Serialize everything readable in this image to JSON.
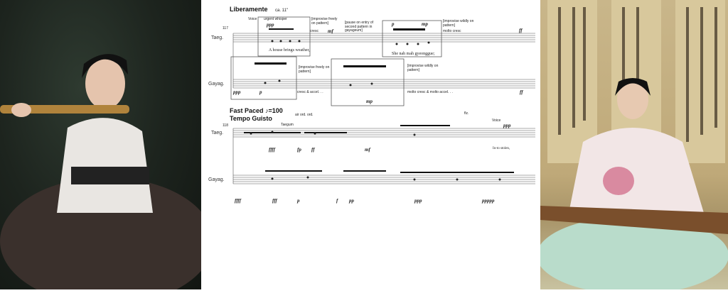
{
  "score": {
    "system1": {
      "tempo": "Liberamente",
      "duration": "ca. 11\"",
      "measure": "117",
      "voice": "Voice",
      "whisper": "urgent whisper",
      "improvise_freely": "[improvise freely on pattern]",
      "pause": "[pause on entry of second pattern in gayageum]",
      "cresc": "cresc",
      "lyric1": "A  house  brings weather,",
      "improvise_wildly": "[improvise wildly on pattern]",
      "molto_cresc": "molto cresc",
      "lyric2": "She  nah  mah gyeonggue;",
      "gayag_freely": "[improvise freely on pattern]",
      "gayag_wildly": "[improvise wildly on pattern]",
      "cresc_accel": "cresc & accel. . .",
      "molto_accel": "molto cresc & molto accel. . .",
      "dyn": [
        "ppp",
        "p",
        "mp",
        "mf",
        "ff",
        "ppp",
        "p",
        "mp",
        "ff"
      ]
    },
    "system2": {
      "tempo1": "Fast Paced ♪=100",
      "tempo2": "Tempo Guisto",
      "measure": "118",
      "taegum": "Taegum",
      "air": "air ord.  ord.",
      "flz": "flz.",
      "voice": "Voice",
      "lyric": "In-to  stolen,",
      "dyn": [
        "ffff",
        "fp",
        "ff",
        "mf",
        "ppp",
        "ffff",
        "fff",
        "p",
        "f",
        "pp",
        "ppp",
        "ppppp"
      ]
    },
    "instruments": {
      "taeg": "Taeg.",
      "gayag": "Gayag."
    }
  }
}
